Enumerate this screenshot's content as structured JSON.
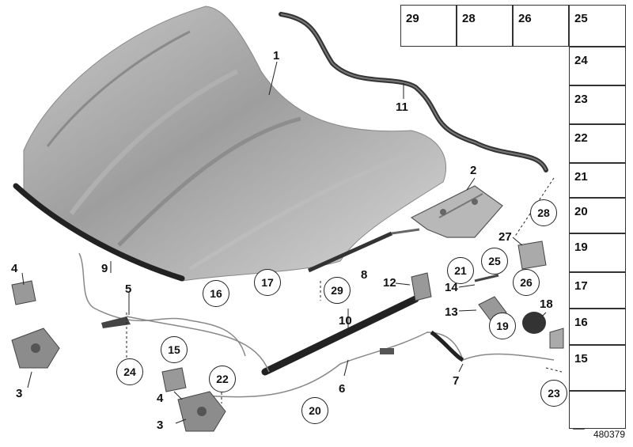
{
  "diagram": {
    "part_labels": [
      "1",
      "2",
      "3",
      "3",
      "4",
      "4",
      "5",
      "6",
      "7",
      "8",
      "9",
      "10",
      "11",
      "12",
      "13",
      "14",
      "18",
      "27"
    ],
    "circled_labels": [
      "15",
      "16",
      "17",
      "19",
      "20",
      "21",
      "22",
      "23",
      "24",
      "25",
      "26",
      "28",
      "29"
    ],
    "grid_top_row": [
      "29",
      "28",
      "26",
      "25"
    ],
    "grid_column": [
      "24",
      "23",
      "22",
      "21",
      "20",
      "19",
      "17",
      "16",
      "15"
    ],
    "document_number": "480379"
  }
}
